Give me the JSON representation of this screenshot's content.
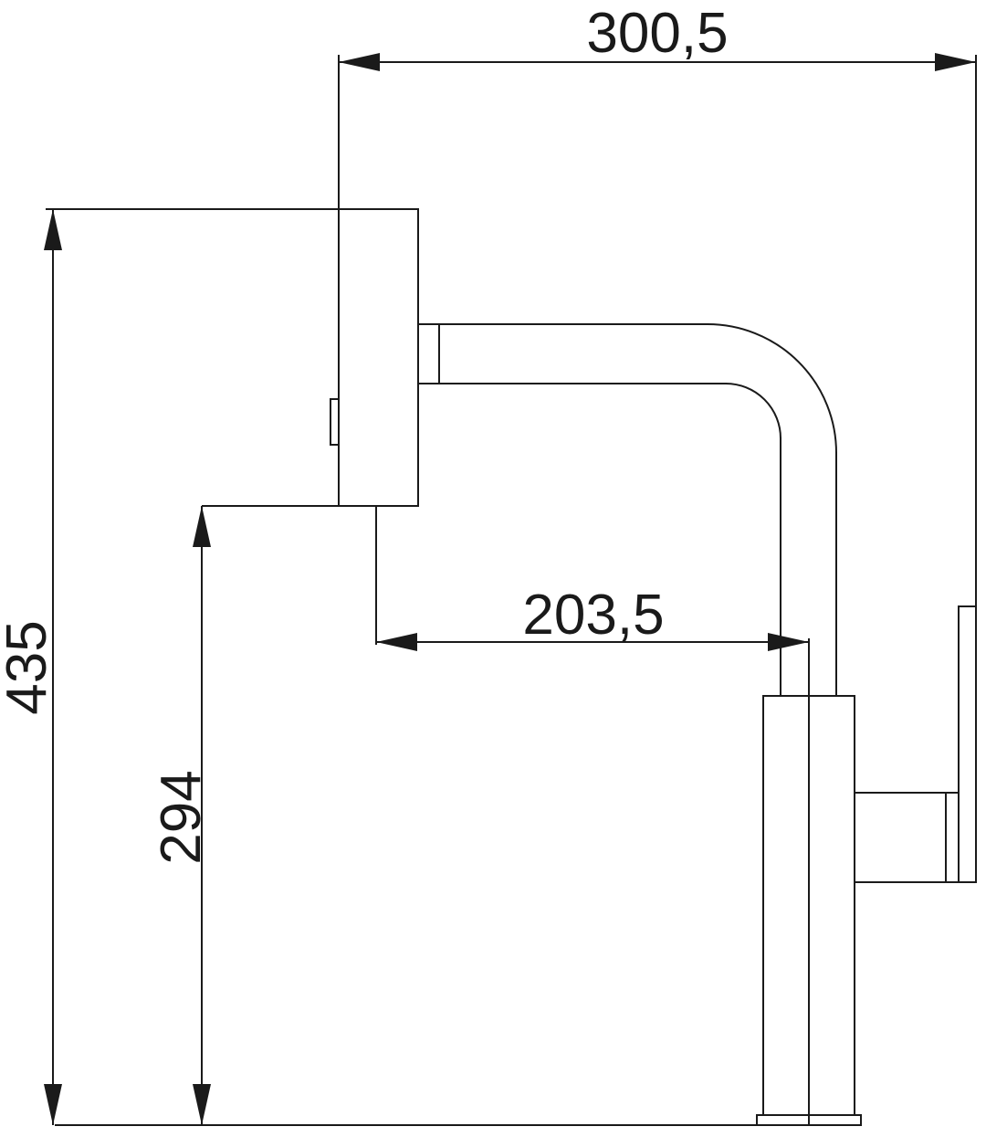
{
  "dimensions": {
    "overall_width": "300,5",
    "overall_height": "435",
    "spout_height": "294",
    "spout_reach": "203,5"
  },
  "colors": {
    "line": "#1a1a1a",
    "background": "#ffffff"
  }
}
